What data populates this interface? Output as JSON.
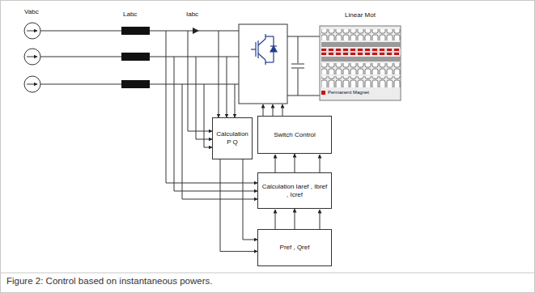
{
  "diagram": {
    "caption": "Figure 2: Control based on instantaneous powers.",
    "nodes": [
      {
        "text": [
          "Linear Mot"
        ]
      },
      {
        "text": [
          "Calculation P Q"
        ]
      },
      {
        "text": [
          "Switch Control"
        ]
      },
      {
        "text": [
          "Calculation Iaref , Ibref , Icref"
        ]
      },
      {
        "text": [
          "Pref , Qref"
        ]
      }
    ],
    "edges": [
      {
        "from": 1,
        "to": 4,
        "arrow": "to"
      },
      {
        "from": 4,
        "to": 3,
        "arrow": "to"
      },
      {
        "from": 3,
        "to": 2,
        "arrow": "to"
      }
    ],
    "labels": [
      "Vabc",
      "Labc",
      "Iabc"
    ],
    "legend": [
      {
        "text": "Permanent Magnet",
        "color": "#cc1111"
      }
    ]
  }
}
